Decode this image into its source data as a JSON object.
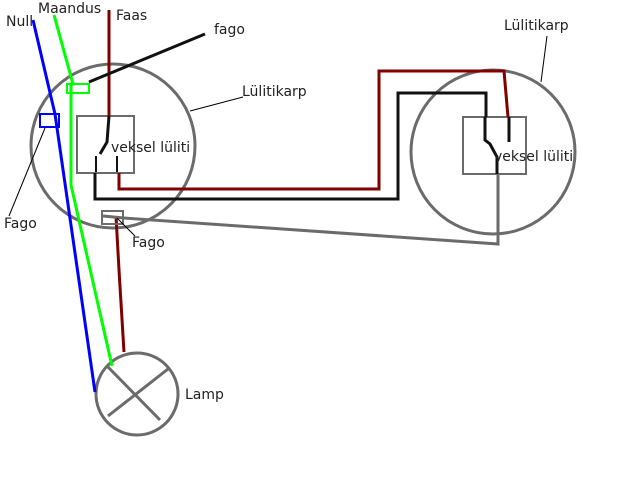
{
  "diagram": {
    "title": "Vahelüliti / veksel lüliti wiring diagram",
    "labels": {
      "null": "Null",
      "maandus": "Maandus",
      "faas": "Faas",
      "fago_top": "fago",
      "lulitikarp_left": "Lülitikarp",
      "lulitikarp_right": "Lülitikarp",
      "switch_left": "veksel lüliti",
      "switch_right": "veksel lüliti",
      "fago_left": "Fago",
      "fago_bottom": "Fago",
      "lamp": "Lamp"
    },
    "colors": {
      "null_wire": "#0000ff",
      "earth_wire": "#00ff00",
      "phase_wire": "#800000",
      "traveler_wire": "#111111",
      "box_outline": "#6b6b6b",
      "leader_line": "#000000"
    }
  }
}
